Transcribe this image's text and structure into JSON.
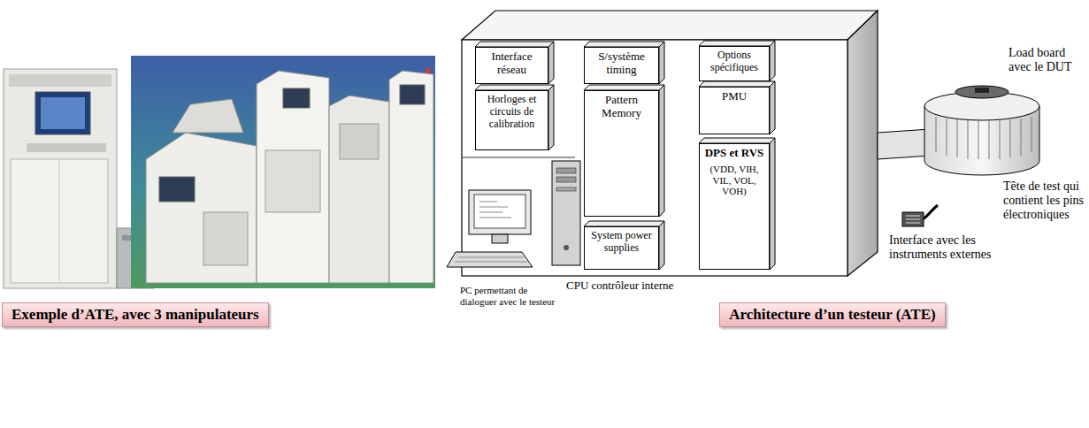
{
  "diagram": {
    "nodes": [
      {
        "text": [
          "Interface réseau"
        ]
      },
      {
        "text": [
          "S/système timing"
        ]
      },
      {
        "text": [
          "Options spécifiques"
        ]
      },
      {
        "text": [
          "Horloges et circuits de calibration"
        ]
      },
      {
        "text": [
          "Pattern Memory"
        ]
      },
      {
        "text": [
          "PMU"
        ]
      },
      {
        "text": [
          "DPS et RVS",
          "(VDD, VIH, VIL, VOL, VOH)"
        ]
      },
      {
        "text": [
          "System power supplies"
        ]
      },
      {
        "text": [
          "Exemple d’ATE, avec 3 manipulateurs"
        ]
      },
      {
        "text": [
          "Architecture d’un testeur (ATE)"
        ]
      }
    ],
    "labels": [
      "Load board avec le DUT",
      "Tête de test qui contient les pins électroniques",
      "Interface avec les instruments externes",
      "CPU contrôleur interne",
      "PC permettant de dialoguer avec le testeur"
    ]
  }
}
